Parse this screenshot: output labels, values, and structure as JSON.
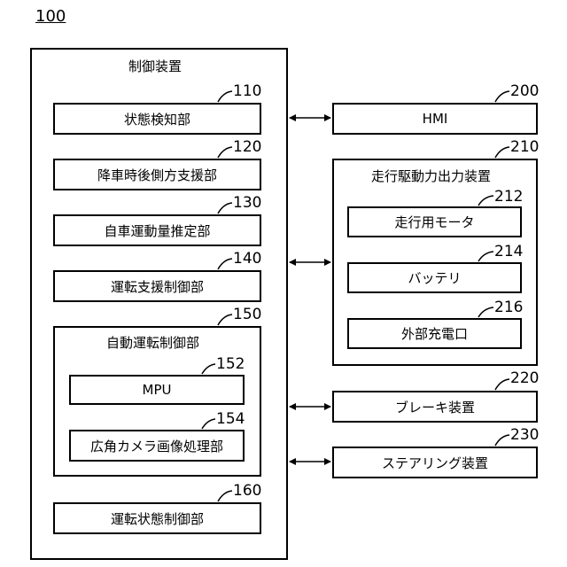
{
  "figure_ref": "100",
  "control_device": {
    "title": "制御装置",
    "modules": [
      {
        "ref": "110",
        "label": "状態検知部"
      },
      {
        "ref": "120",
        "label": "降車時後側方支援部"
      },
      {
        "ref": "130",
        "label": "自車運動量推定部"
      },
      {
        "ref": "140",
        "label": "運転支援制御部"
      },
      {
        "ref": "160",
        "label": "運転状態制御部"
      }
    ],
    "auto_drive": {
      "ref": "150",
      "title": "自動運転制御部",
      "mpu": {
        "ref": "152",
        "label": "MPU"
      },
      "wide_camera": {
        "ref": "154",
        "label": "広角カメラ画像処理部"
      }
    }
  },
  "hmi": {
    "ref": "200",
    "label": "HMI"
  },
  "drive_output": {
    "ref": "210",
    "title": "走行駆動力出力装置",
    "items": [
      {
        "ref": "212",
        "label": "走行用モータ"
      },
      {
        "ref": "214",
        "label": "バッテリ"
      },
      {
        "ref": "216",
        "label": "外部充電口"
      }
    ]
  },
  "brake": {
    "ref": "220",
    "label": "ブレーキ装置"
  },
  "steering": {
    "ref": "230",
    "label": "ステアリング装置"
  }
}
